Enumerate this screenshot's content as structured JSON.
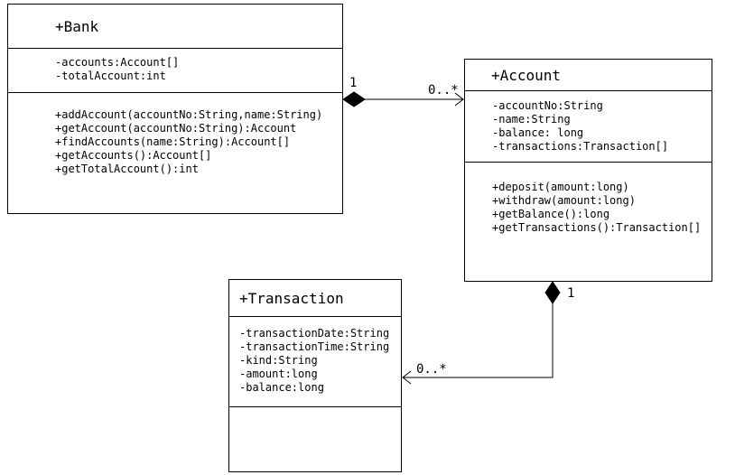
{
  "classes": {
    "bank": {
      "name": "+Bank",
      "attributes": [
        "-accounts:Account[]",
        "-totalAccount:int"
      ],
      "operations": [
        "+addAccount(accountNo:String,name:String)",
        "+getAccount(accountNo:String):Account",
        "+findAccounts(name:String):Account[]",
        "+getAccounts():Account[]",
        "+getTotalAccount():int"
      ]
    },
    "account": {
      "name": "+Account",
      "attributes": [
        "-accountNo:String",
        "-name:String",
        "-balance: long",
        "-transactions:Transaction[]"
      ],
      "operations": [
        "+deposit(amount:long)",
        "+withdraw(amount:long)",
        "+getBalance():long",
        "+getTransactions():Transaction[]"
      ]
    },
    "transaction": {
      "name": "+Transaction",
      "attributes": [
        "-transactionDate:String",
        "-transactionTime:String",
        "-kind:String",
        "-amount:long",
        "-balance:long"
      ],
      "operations": []
    }
  },
  "associations": {
    "bank_account": {
      "source_multiplicity": "1",
      "target_multiplicity": "0..*",
      "kind": "composition"
    },
    "account_transaction": {
      "source_multiplicity": "1",
      "target_multiplicity": "0..*",
      "kind": "composition"
    }
  }
}
